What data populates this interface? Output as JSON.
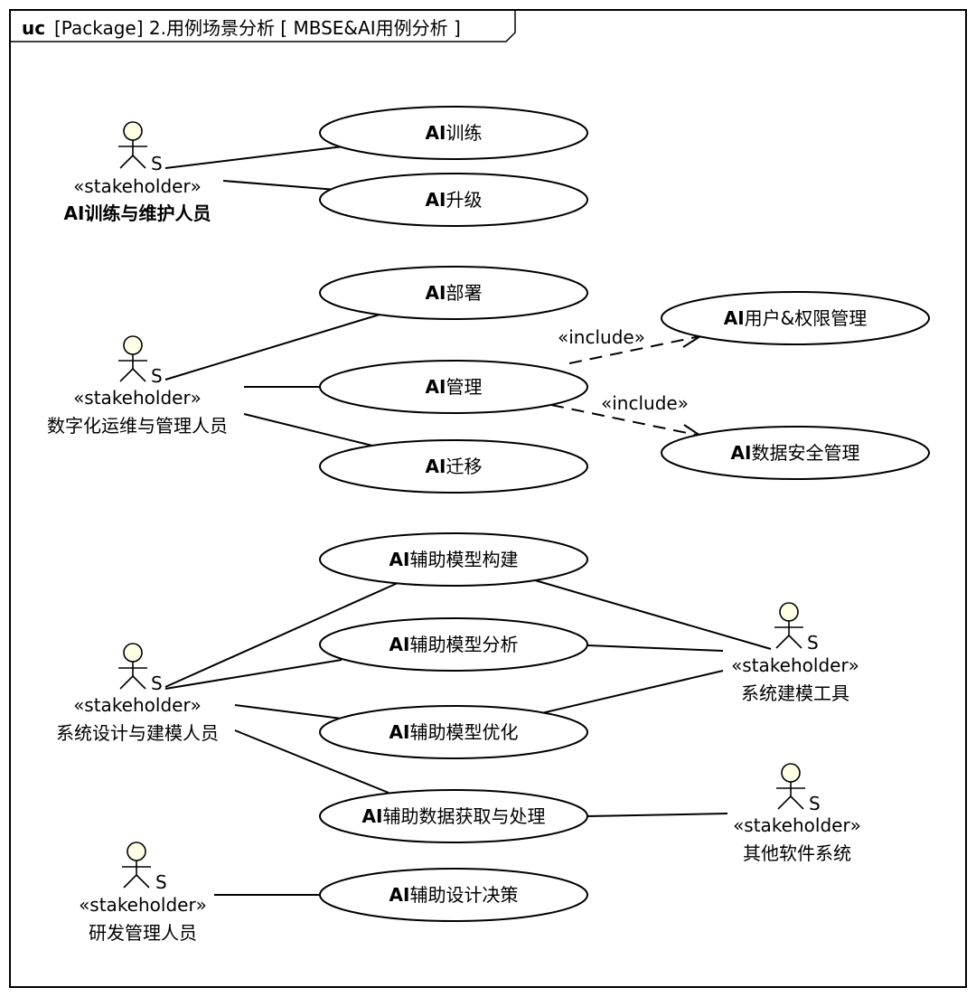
{
  "frame": {
    "keyword": "uc",
    "title": "[Package] 2.用例场景分析 [ MBSE&AI用例分析 ]"
  },
  "actors": [
    {
      "id": "a1",
      "stereotype": "«stakeholder»",
      "name": "AI训练与维护人员",
      "badge": "S"
    },
    {
      "id": "a2",
      "stereotype": "«stakeholder»",
      "name": "数字化运维与管理人员",
      "badge": "S"
    },
    {
      "id": "a3",
      "stereotype": "«stakeholder»",
      "name": "系统设计与建模人员",
      "badge": "S"
    },
    {
      "id": "a4",
      "stereotype": "«stakeholder»",
      "name": "研发管理人员",
      "badge": "S"
    },
    {
      "id": "a5",
      "stereotype": "«stakeholder»",
      "name": "系统建模工具",
      "badge": "S"
    },
    {
      "id": "a6",
      "stereotype": "«stakeholder»",
      "name": "其他软件系统",
      "badge": "S"
    }
  ],
  "use_cases": [
    {
      "id": "u1",
      "prefix": "AI",
      "text": "训练"
    },
    {
      "id": "u2",
      "prefix": "AI",
      "text": "升级"
    },
    {
      "id": "u3",
      "prefix": "AI",
      "text": "部署"
    },
    {
      "id": "u4",
      "prefix": "AI",
      "text": "管理"
    },
    {
      "id": "u5",
      "prefix": "AI",
      "text": "迁移"
    },
    {
      "id": "u6",
      "prefix": "AI",
      "text": "用户&权限管理"
    },
    {
      "id": "u7",
      "prefix": "AI",
      "text": "数据安全管理"
    },
    {
      "id": "u8",
      "prefix": "AI",
      "text": "辅助模型构建"
    },
    {
      "id": "u9",
      "prefix": "AI",
      "text": "辅助模型分析"
    },
    {
      "id": "u10",
      "prefix": "AI",
      "text": "辅助模型优化"
    },
    {
      "id": "u11",
      "prefix": "AI",
      "text": "辅助数据获取与处理"
    },
    {
      "id": "u12",
      "prefix": "AI",
      "text": "辅助设计决策"
    }
  ],
  "associations": [
    [
      "a1",
      "u1"
    ],
    [
      "a1",
      "u2"
    ],
    [
      "a2",
      "u3"
    ],
    [
      "a2",
      "u4"
    ],
    [
      "a2",
      "u5"
    ],
    [
      "a3",
      "u8"
    ],
    [
      "a3",
      "u9"
    ],
    [
      "a3",
      "u10"
    ],
    [
      "a3",
      "u11"
    ],
    [
      "a4",
      "u12"
    ],
    [
      "a5",
      "u8"
    ],
    [
      "a5",
      "u9"
    ],
    [
      "a5",
      "u10"
    ],
    [
      "a6",
      "u11"
    ]
  ],
  "includes": [
    {
      "from": "u4",
      "to": "u6",
      "label": "«include»"
    },
    {
      "from": "u4",
      "to": "u7",
      "label": "«include»"
    }
  ]
}
